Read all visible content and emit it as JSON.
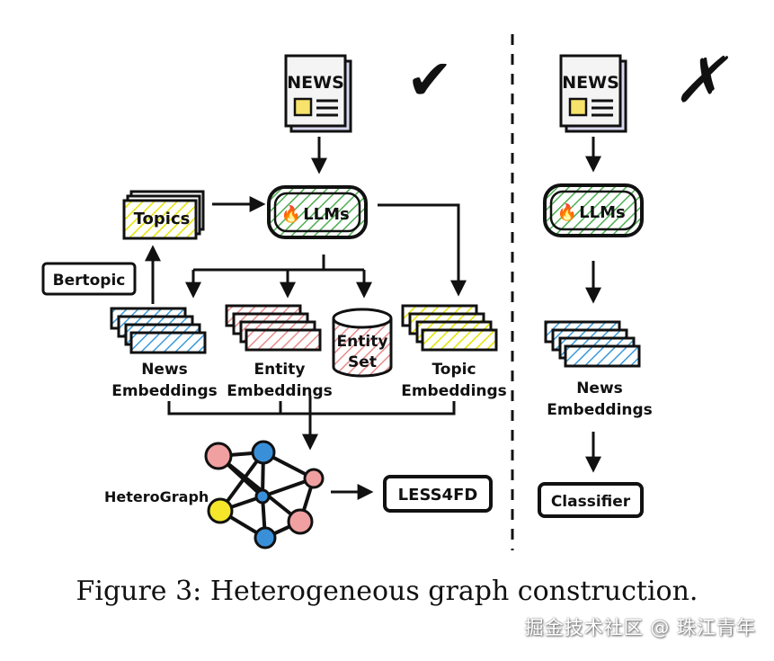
{
  "left": {
    "news_doc": "NEWS",
    "llm_node": "LLMs",
    "topics_node": "Topics",
    "bertopic_node": "Bertopic",
    "news_embeddings": [
      "News",
      "Embeddings"
    ],
    "entity_embeddings": [
      "Entity",
      "Embeddings"
    ],
    "entity_set": [
      "Entity",
      "Set"
    ],
    "topic_embeddings": [
      "Topic",
      "Embeddings"
    ],
    "heterograph_label": "HeteroGraph",
    "less4fd_node": "LESS4FD"
  },
  "right": {
    "news_doc": "NEWS",
    "llm_node": "LLMs",
    "news_embeddings": [
      "News",
      "Embeddings"
    ],
    "classifier_node": "Classifier"
  },
  "marks": {
    "left_mark": "✔",
    "right_mark": "✗",
    "flame_icon": "🔥"
  },
  "colors": {
    "green_hatch": "#4caf50",
    "yellow_hatch": "#e4e400",
    "blue_hatch": "#3a9ad9",
    "pink_hatch": "#e88c8c",
    "node_pink": "#f0a0a0",
    "node_blue": "#3a8fd9",
    "node_yellow": "#f5e62a"
  },
  "caption": "Figure 3: Heterogeneous graph construction.",
  "watermark": "掘金技术社区 @ 珠江青年"
}
